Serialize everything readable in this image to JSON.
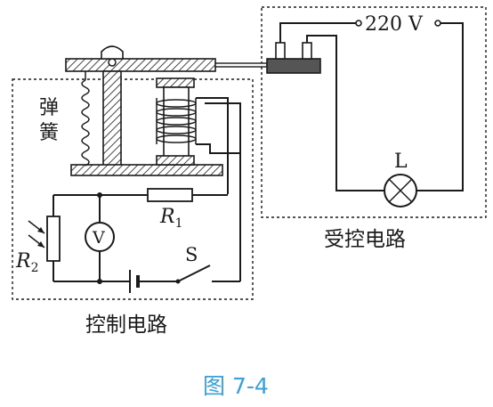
{
  "labels": {
    "voltage": "220 V",
    "lamp": "L",
    "voltmeter": "V",
    "resistor1_main": "R",
    "resistor1_sub": "1",
    "resistor2_main": "R",
    "resistor2_sub": "2",
    "switch": "S",
    "spring_line1": "弹",
    "spring_line2": "簧",
    "controlled_circuit": "受控电路",
    "control_circuit": "控制电路"
  },
  "caption": "图 7-4",
  "colors": {
    "caption": "#3aa0d8",
    "ink": "#1a1a1a"
  }
}
